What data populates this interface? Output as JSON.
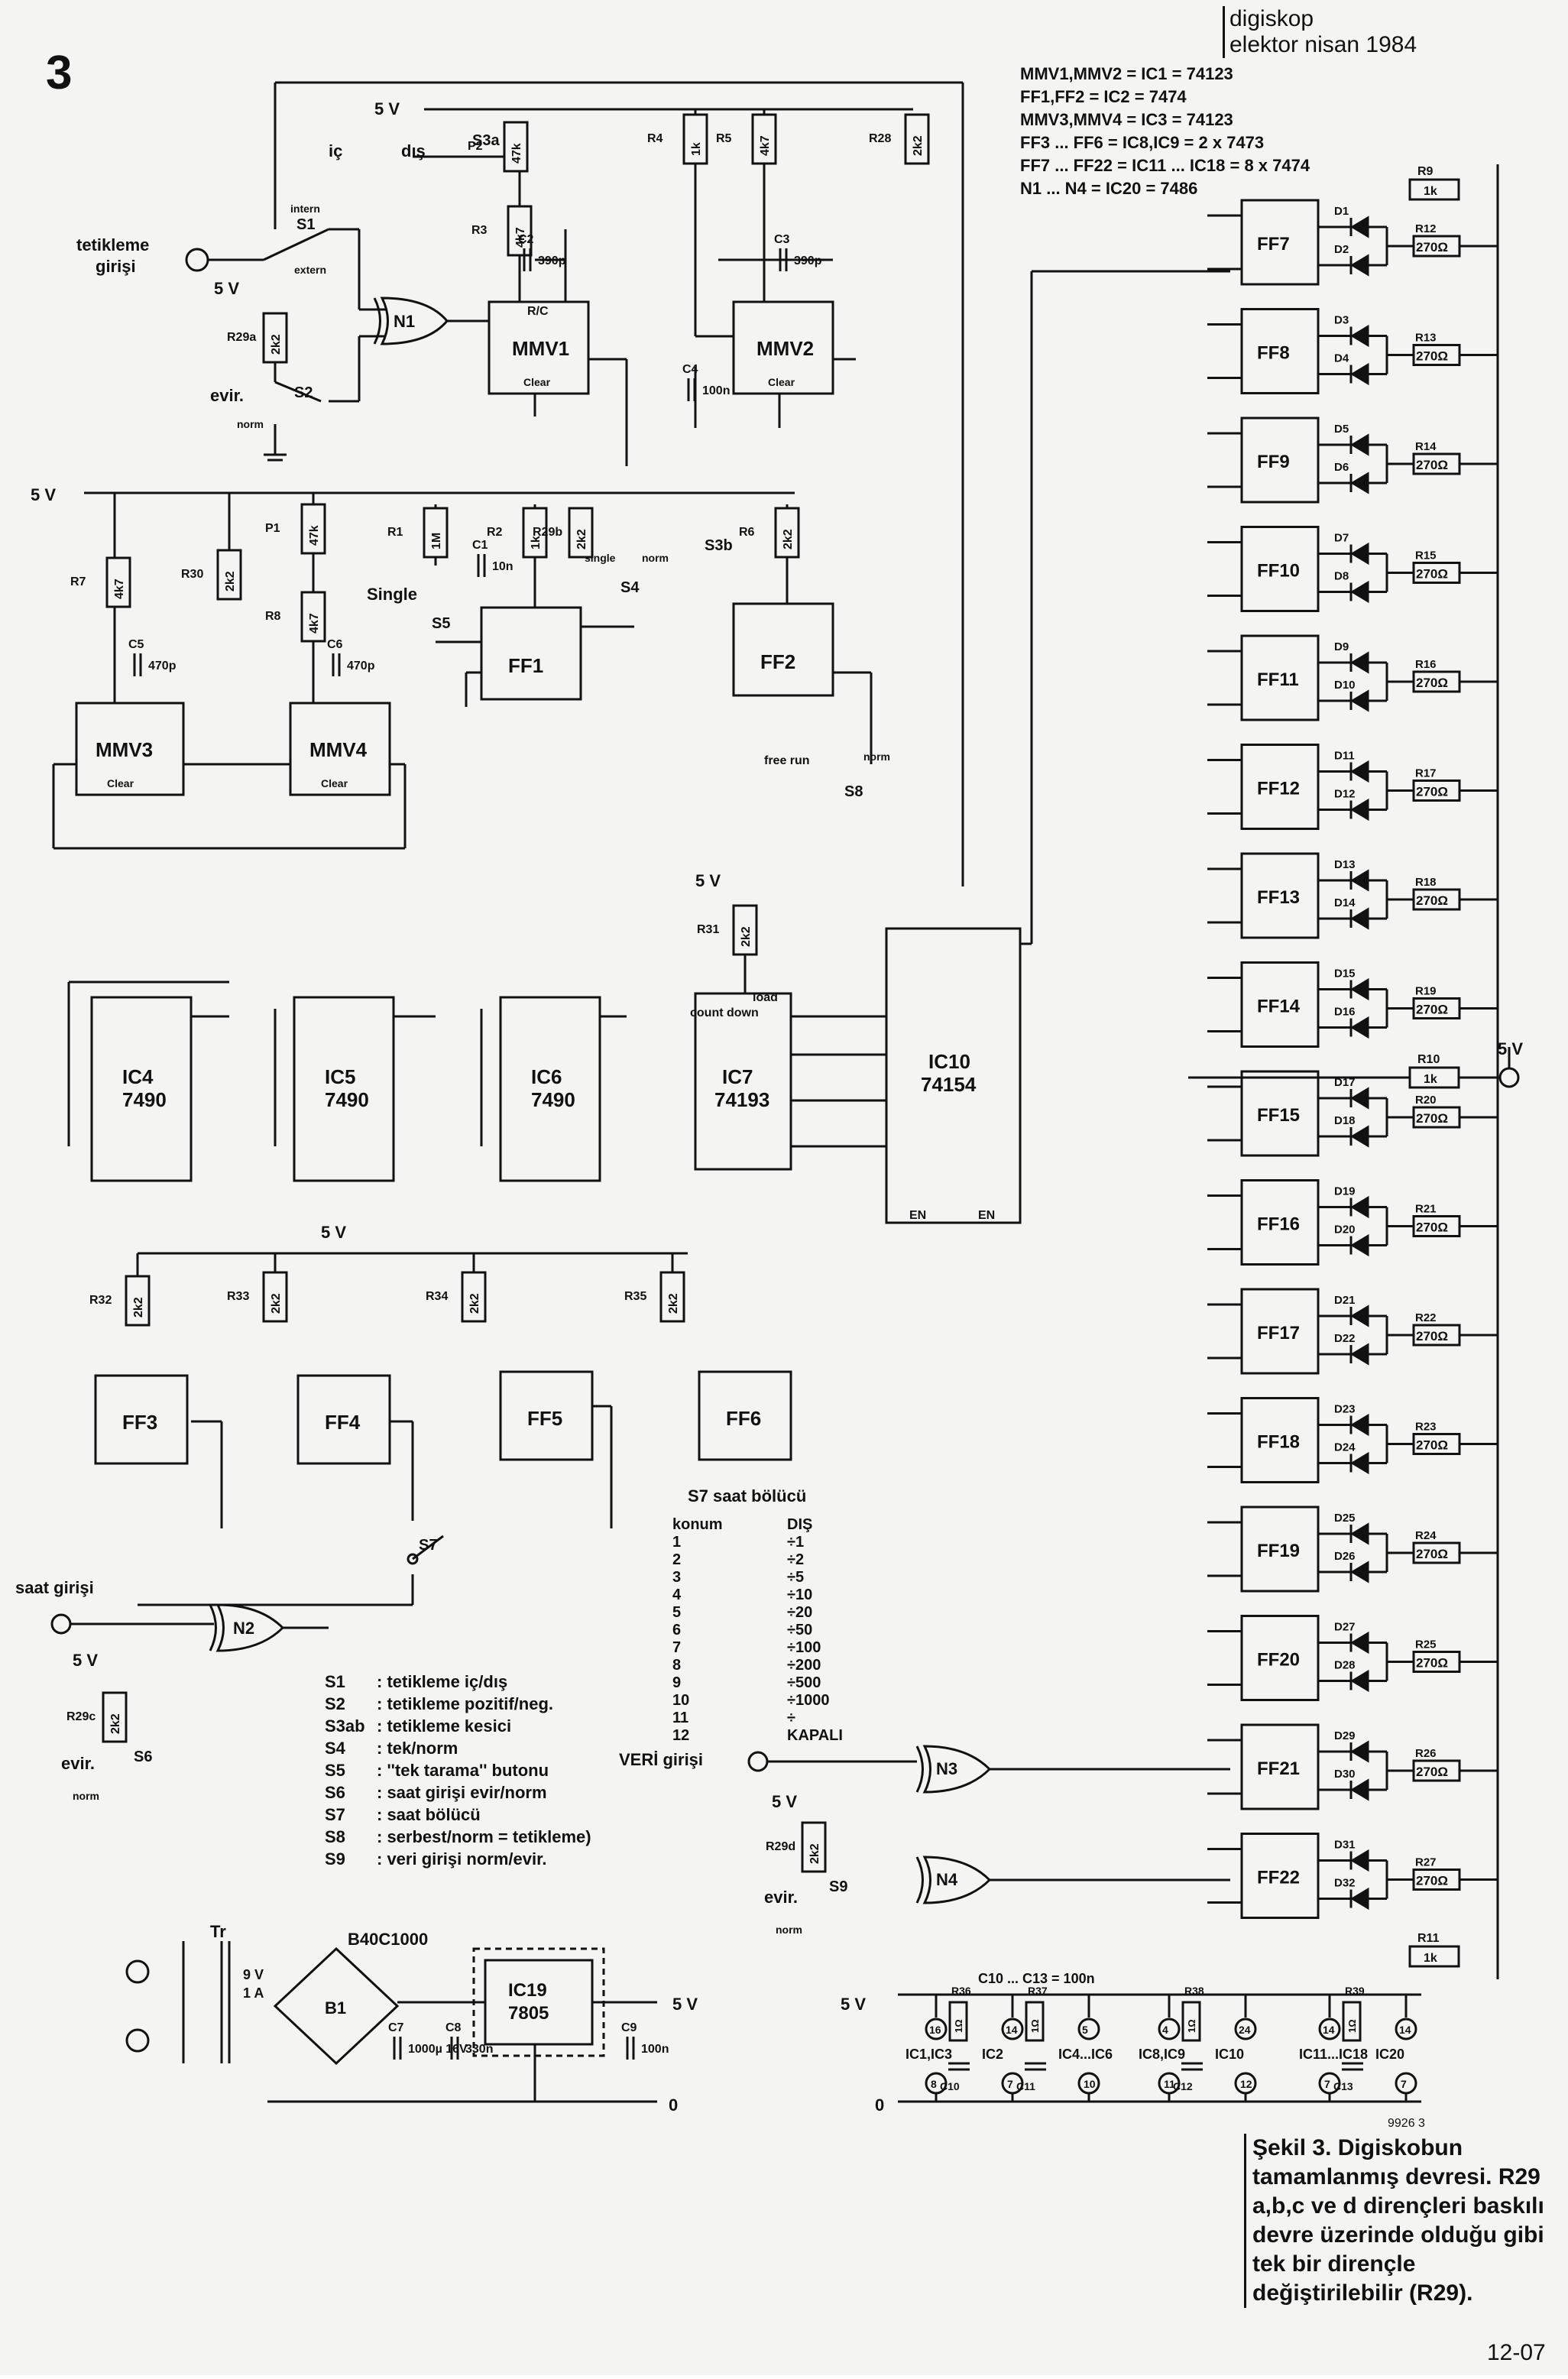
{
  "figure_number": "3",
  "publication": {
    "name": "digiskop",
    "issue": "elektor nisan 1984"
  },
  "ic_list": [
    "MMV1,MMV2 = IC1 = 74123",
    "FF1,FF2 = IC2 = 7474",
    "MMV3,MMV4 = IC3 = 74123",
    "FF3 ... FF6 = IC8,IC9 = 2 x 7473",
    "FF7 ... FF22 = IC11 ... IC18 = 8 x 7474",
    "N1 ... N4 = IC20 = 7486"
  ],
  "switch_legend": [
    {
      "key": "S1",
      "desc": ": tetikleme iç/dış"
    },
    {
      "key": "S2",
      "desc": ": tetikleme pozitif/neg."
    },
    {
      "key": "S3ab",
      "desc": ": tetikleme kesici"
    },
    {
      "key": "S4",
      "desc": ": tek/norm"
    },
    {
      "key": "S5",
      "desc": ": ''tek tarama'' butonu"
    },
    {
      "key": "S6",
      "desc": ": saat girişi evir/norm"
    },
    {
      "key": "S7",
      "desc": ": saat bölücü"
    },
    {
      "key": "S8",
      "desc": ": serbest/norm = tetikleme)"
    },
    {
      "key": "S9",
      "desc": ": veri girişi norm/evir."
    }
  ],
  "divider_table": {
    "title": "S7 saat bölücü",
    "col1": "konum",
    "col2": "DIŞ",
    "rows": [
      [
        "1",
        "÷1"
      ],
      [
        "2",
        "÷2"
      ],
      [
        "3",
        "÷5"
      ],
      [
        "4",
        "÷10"
      ],
      [
        "5",
        "÷20"
      ],
      [
        "6",
        "÷50"
      ],
      [
        "7",
        "÷100"
      ],
      [
        "8",
        "÷200"
      ],
      [
        "9",
        "÷500"
      ],
      [
        "10",
        "÷1000"
      ],
      [
        "11",
        "÷"
      ],
      [
        "12",
        "KAPALI"
      ]
    ]
  },
  "caption": "Şekil 3. Digiskobun tamamlanmış devresi. R29 a,b,c ve d dirençleri baskılı devre üzerinde olduğu gibi tek bir dirençle değiştirilebilir (R29).",
  "code": "9926 3",
  "page_number": "12-07",
  "labels": {
    "v5": "5 V",
    "tetik": "tetikleme",
    "tetik2": "girişi",
    "ic": "iç",
    "dis": "dış",
    "intern": "intern",
    "extern": "extern",
    "evir": "evir.",
    "norm": "norm",
    "single": "Single",
    "singlesw": "single",
    "freerun": "free run",
    "saat": "saat girişi",
    "veri": "VERİ girişi",
    "c10c13": "C10 ... C13 = 100n",
    "zero": "0",
    "b40": "B40C1000",
    "tr": "Tr",
    "tr9v": "9 V",
    "tr1a": "1 A",
    "clear": "Clear",
    "rc": "R/C",
    "countdown": "count down",
    "load": "load",
    "en": "EN"
  },
  "blocks": {
    "mmv1": "MMV1",
    "mmv2": "MMV2",
    "mmv3": "MMV3",
    "mmv4": "MMV4",
    "ff1": "FF1",
    "ff2": "FF2",
    "ff3": "FF3",
    "ff4": "FF4",
    "ff5": "FF5",
    "ff6": "FF6",
    "ic4": "IC4",
    "ic4t": "7490",
    "ic5": "IC5",
    "ic5t": "7490",
    "ic6": "IC6",
    "ic6t": "7490",
    "ic7": "IC7",
    "ic7t": "74193",
    "ic10": "IC10",
    "ic10t": "74154",
    "ic19": "IC19",
    "ic19t": "7805",
    "n1": "N1",
    "n2": "N2",
    "n3": "N3",
    "n4": "N4",
    "b1": "B1"
  },
  "ffs": [
    "FF7",
    "FF8",
    "FF9",
    "FF10",
    "FF11",
    "FF12",
    "FF13",
    "FF14",
    "FF15",
    "FF16",
    "FF17",
    "FF18",
    "FF19",
    "FF20",
    "FF21",
    "FF22"
  ],
  "ff_res": [
    "R12",
    "R13",
    "R14",
    "R15",
    "R16",
    "R17",
    "R18",
    "R19",
    "R20",
    "R21",
    "R22",
    "R23",
    "R24",
    "R25",
    "R26",
    "R27"
  ],
  "leds": [
    "D1",
    "D2",
    "D3",
    "D4",
    "D5",
    "D6",
    "D7",
    "D8",
    "D9",
    "D10",
    "D11",
    "D12",
    "D13",
    "D14",
    "D15",
    "D16",
    "D17",
    "D18",
    "D19",
    "D20",
    "D21",
    "D22",
    "D23",
    "D24",
    "D25",
    "D26",
    "D27",
    "D28",
    "D29",
    "D30",
    "D31",
    "D32"
  ],
  "r270": "270Ω",
  "resistors": [
    {
      "ref": "R28",
      "val": "2k2"
    },
    {
      "ref": "R4",
      "val": "1k"
    },
    {
      "ref": "R5",
      "val": "4k7"
    },
    {
      "ref": "R3",
      "val": "4k7"
    },
    {
      "ref": "P2",
      "val": "47k"
    },
    {
      "ref": "R29a",
      "val": "2k2"
    },
    {
      "ref": "R7",
      "val": "4k7"
    },
    {
      "ref": "R30",
      "val": "2k2"
    },
    {
      "ref": "R8",
      "val": "4k7"
    },
    {
      "ref": "P1",
      "val": "47k"
    },
    {
      "ref": "R1",
      "val": "1M"
    },
    {
      "ref": "R2",
      "val": "1k"
    },
    {
      "ref": "R29b",
      "val": "2k2"
    },
    {
      "ref": "R6",
      "val": "2k2"
    },
    {
      "ref": "R31",
      "val": "2k2"
    },
    {
      "ref": "R32",
      "val": "2k2"
    },
    {
      "ref": "R33",
      "val": "2k2"
    },
    {
      "ref": "R34",
      "val": "2k2"
    },
    {
      "ref": "R35",
      "val": "2k2"
    },
    {
      "ref": "R29c",
      "val": "2k2"
    },
    {
      "ref": "R29d",
      "val": "2k2"
    },
    {
      "ref": "R9",
      "val": "1k"
    },
    {
      "ref": "R10",
      "val": "1k"
    },
    {
      "ref": "R11",
      "val": "1k"
    }
  ],
  "capacitors": [
    {
      "ref": "C2",
      "val": "390p"
    },
    {
      "ref": "C3",
      "val": "390p"
    },
    {
      "ref": "C4",
      "val": "100n"
    },
    {
      "ref": "C5",
      "val": "470p"
    },
    {
      "ref": "C6",
      "val": "470p"
    },
    {
      "ref": "C1",
      "val": "10n"
    },
    {
      "ref": "C7",
      "val": "1000µ 16V"
    },
    {
      "ref": "C8",
      "val": "330n"
    },
    {
      "ref": "C9",
      "val": "100n"
    }
  ],
  "switches": [
    "S1",
    "S2",
    "S3a",
    "S3b",
    "S4",
    "S5",
    "S6",
    "S7",
    "S8",
    "S9"
  ],
  "supply_groups": [
    {
      "ic": "IC1,IC3",
      "r": "R36",
      "c": "C10",
      "v": "16",
      "g": "8"
    },
    {
      "ic": "IC2",
      "r": "R37",
      "c": "C11",
      "v": "14",
      "g": "7"
    },
    {
      "ic": "IC4...IC6",
      "r": "",
      "c": "",
      "v": "5",
      "g": "10"
    },
    {
      "ic": "IC8,IC9",
      "r": "R38",
      "c": "C12",
      "v": "4",
      "g": "11"
    },
    {
      "ic": "IC10",
      "r": "",
      "c": "",
      "v": "24",
      "g": "12"
    },
    {
      "ic": "IC11...IC18",
      "r": "R39",
      "c": "C13",
      "v": "14",
      "g": "7"
    },
    {
      "ic": "IC20",
      "r": "",
      "c": "",
      "v": "14",
      "g": "7"
    }
  ],
  "r1ohm": "1Ω"
}
